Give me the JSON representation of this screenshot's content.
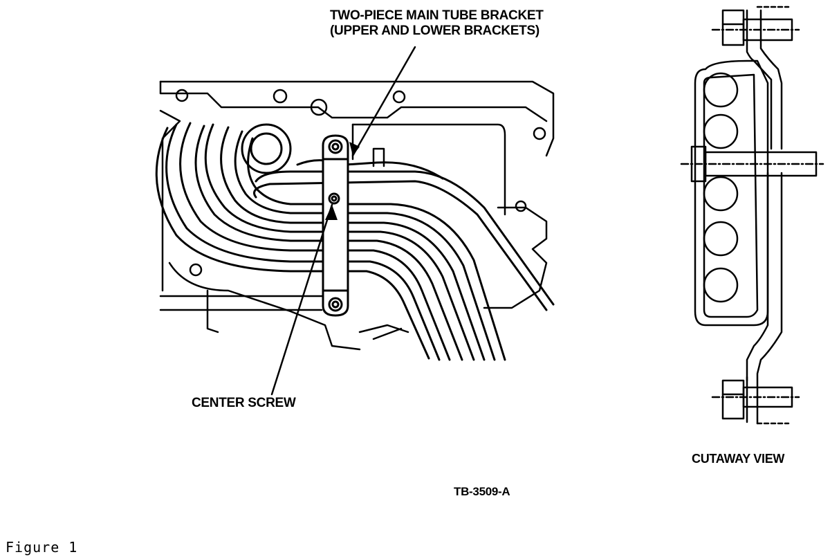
{
  "callouts": {
    "bracket_line1": "TWO-PIECE MAIN TUBE BRACKET",
    "bracket_line2": "(UPPER AND LOWER BRACKETS)",
    "screw": "CENTER SCREW"
  },
  "cutaway_title": "CUTAWAY VIEW",
  "tech_ref": "TB-3509-A",
  "figure_caption": "Figure 1"
}
